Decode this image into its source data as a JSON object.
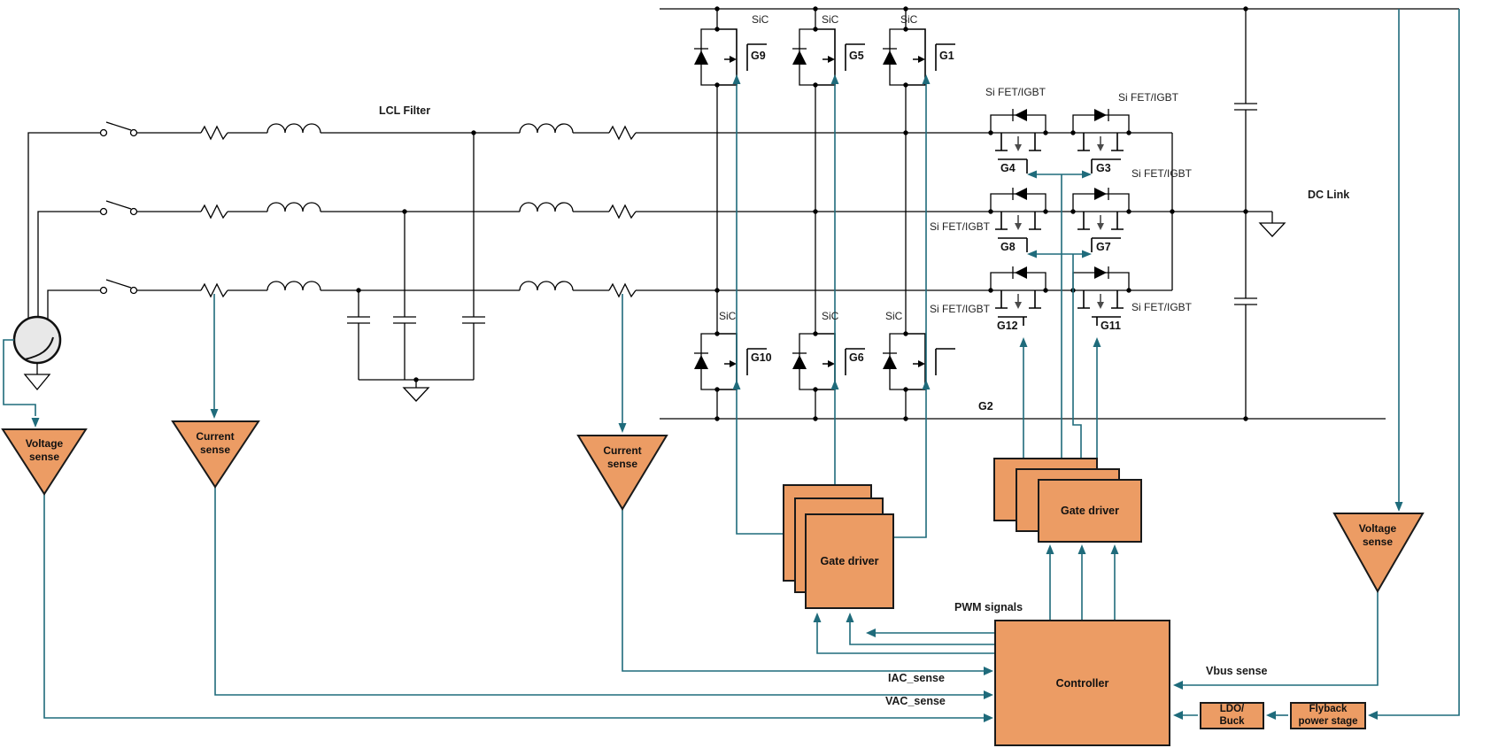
{
  "labels": {
    "lcl_filter": "LCL Filter",
    "dc_link": "DC Link",
    "pwm_signals": "PWM signals",
    "iac_sense": "IAC_sense",
    "vac_sense": "VAC_sense",
    "vbus_sense": "Vbus sense",
    "sic": "SiC",
    "si_fet_igbt": "Si FET/IGBT"
  },
  "gates": {
    "g1": "G1",
    "g2": "G2",
    "g3": "G3",
    "g4": "G4",
    "g5": "G5",
    "g6": "G6",
    "g7": "G7",
    "g8": "G8",
    "g9": "G9",
    "g10": "G10",
    "g11": "G11",
    "g12": "G12"
  },
  "blocks": {
    "controller": "Controller",
    "gate_driver": "Gate driver",
    "ldo_line1": "LDO/",
    "ldo_line2": "Buck",
    "flyback_line1": "Flyback",
    "flyback_line2": "power stage"
  },
  "sense": {
    "voltage_line1": "Voltage",
    "voltage_line2": "sense",
    "current_line1": "Current",
    "current_line2": "sense"
  },
  "colors": {
    "accent_orange": "#EC9C64",
    "wire_teal": "#1F6B7B",
    "wire_black": "#000000"
  }
}
